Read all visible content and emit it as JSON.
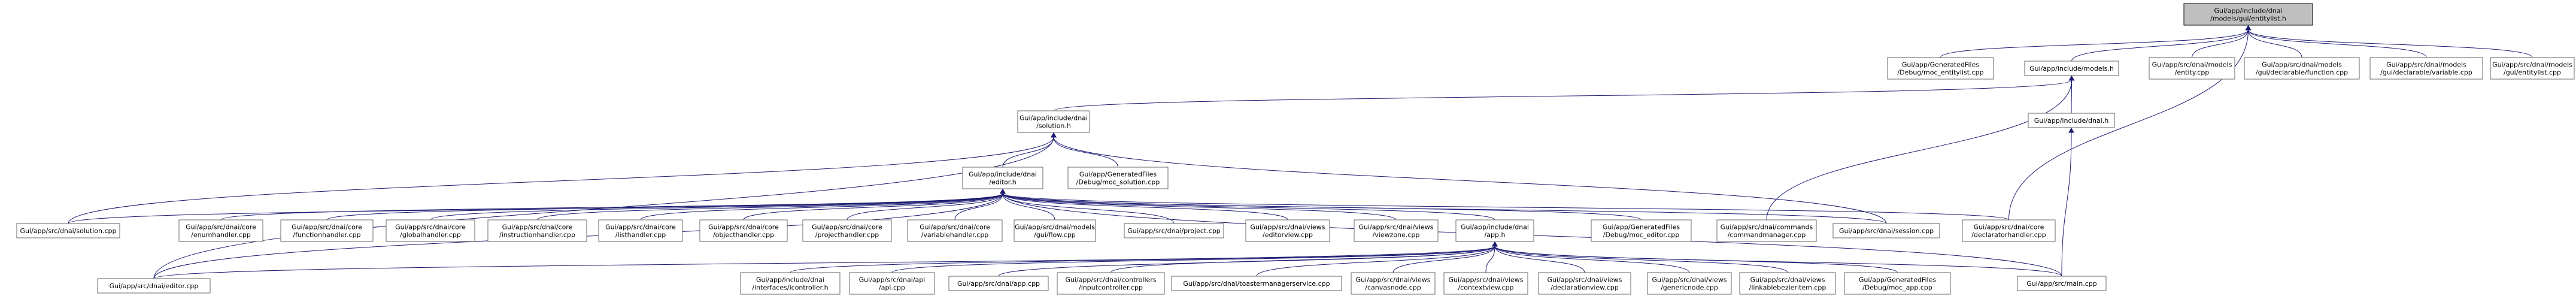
{
  "colors": {
    "edge": "#191970",
    "root_fill": "#bfbfbf",
    "node_fill": "#ffffff",
    "node_border": "#666666"
  },
  "nodes": {
    "root": [
      "Gui/app/include/dnai",
      "/models/gui/entitylist.h"
    ],
    "moc_entitylist": [
      "Gui/app/GeneratedFiles",
      "/Debug/moc_entitylist.cpp"
    ],
    "models_h": [
      "Gui/app/include/models.h"
    ],
    "entity_cpp": [
      "Gui/app/src/dnai/models",
      "/entity.cpp"
    ],
    "declfunc_cpp": [
      "Gui/app/src/dnai/models",
      "/gui/declarable/function.cpp"
    ],
    "declvar_cpp": [
      "Gui/app/src/dnai/models",
      "/gui/declarable/variable.cpp"
    ],
    "entitylist_cpp": [
      "Gui/app/src/dnai/models",
      "/gui/entitylist.cpp"
    ],
    "solution_h": [
      "Gui/app/include/dnai",
      "/solution.h"
    ],
    "dnai_h": [
      "Gui/app/include/dnai.h"
    ],
    "editor_h": [
      "Gui/app/include/dnai",
      "/editor.h"
    ],
    "moc_solution": [
      "Gui/app/GeneratedFiles",
      "/Debug/moc_solution.cpp"
    ],
    "solution_cpp": [
      "Gui/app/src/dnai/solution.cpp"
    ],
    "enumhandler": [
      "Gui/app/src/dnai/core",
      "/enumhandler.cpp"
    ],
    "functionhandler": [
      "Gui/app/src/dnai/core",
      "/functionhandler.cpp"
    ],
    "globalhandler": [
      "Gui/app/src/dnai/core",
      "/globalhandler.cpp"
    ],
    "instructionhandler": [
      "Gui/app/src/dnai/core",
      "/instructionhandler.cpp"
    ],
    "listhandler": [
      "Gui/app/src/dnai/core",
      "/listhandler.cpp"
    ],
    "objecthandler": [
      "Gui/app/src/dnai/core",
      "/objecthandler.cpp"
    ],
    "projecthandler": [
      "Gui/app/src/dnai/core",
      "/projecthandler.cpp"
    ],
    "variablehandler": [
      "Gui/app/src/dnai/core",
      "/variablehandler.cpp"
    ],
    "guflow": [
      "Gui/app/src/dnai/models",
      "/gui/flow.cpp"
    ],
    "project_cpp": [
      "Gui/app/src/dnai/project.cpp"
    ],
    "editorview": [
      "Gui/app/src/dnai/views",
      "/editorview.cpp"
    ],
    "viewzone": [
      "Gui/app/src/dnai/views",
      "/viewzone.cpp"
    ],
    "app_h": [
      "Gui/app/include/dnai",
      "/app.h"
    ],
    "moc_editor": [
      "Gui/app/GeneratedFiles",
      "/Debug/moc_editor.cpp"
    ],
    "cmdmanager": [
      "Gui/app/src/dnai/commands",
      "/commandmanager.cpp"
    ],
    "session_cpp": [
      "Gui/app/src/dnai/session.cpp"
    ],
    "declhandler": [
      "Gui/app/src/dnai/core",
      "/declaratorhandler.cpp"
    ],
    "editor_cpp": [
      "Gui/app/src/dnai/editor.cpp"
    ],
    "controller_h": [
      "Gui/app/include/dnai",
      "/interfaces/icontroller.h"
    ],
    "api_cpp": [
      "Gui/app/src/dnai/api",
      "/api.cpp"
    ],
    "app_cpp": [
      "Gui/app/src/dnai/app.cpp"
    ],
    "inputcontroller": [
      "Gui/app/src/dnai/controllers",
      "/inputcontroller.cpp"
    ],
    "toaster": [
      "Gui/app/src/dnai/toastermanagerservice.cpp"
    ],
    "canvasnode": [
      "Gui/app/src/dnai/views",
      "/canvasnode.cpp"
    ],
    "contextview": [
      "Gui/app/src/dnai/views",
      "/contextview.cpp"
    ],
    "declview": [
      "Gui/app/src/dnai/views",
      "/declarationview.cpp"
    ],
    "genericnode": [
      "Gui/app/src/dnai/views",
      "/genericnode.cpp"
    ],
    "linkable": [
      "Gui/app/src/dnai/views",
      "/linkablebezieritem.cpp"
    ],
    "moc_app": [
      "Gui/app/GeneratedFiles",
      "/Debug/moc_app.cpp"
    ],
    "main_cpp": [
      "Gui/app/src/main.cpp"
    ]
  }
}
